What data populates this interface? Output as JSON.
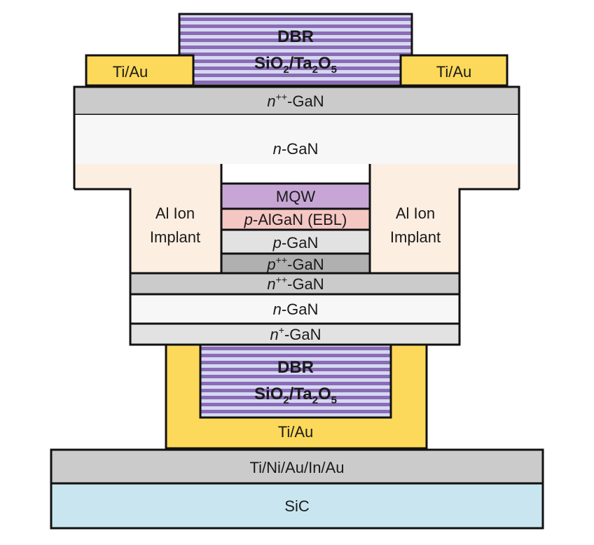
{
  "colors": {
    "gold": "#fcd95a",
    "gray": "#cbcbcb",
    "light_gray": "#e2e2e2",
    "dark_gray": "#b0b0b0",
    "off_white": "#f7f7f7",
    "peach": "#fdeee2",
    "mqw": "#c7a6d6",
    "ebl": "#f5c7c3",
    "sic": "#c9e6f0",
    "dbr_dark": "#8c6bb6",
    "dbr_light": "#d4d9f0",
    "outline": "#111111"
  },
  "labels": {
    "dbr_top_1": "DBR",
    "dbr_top_2": "SiO",
    "dbr_top_3": "2",
    "dbr_top_4": "/Ta",
    "dbr_top_5": "2",
    "dbr_top_6": "O",
    "dbr_top_7": "5",
    "tiau_left": "Ti/Au",
    "tiau_right": "Ti/Au",
    "nppgan_top_1": "n",
    "nppgan_top_2": "++",
    "nppgan_top_3": "-GaN",
    "ngan_top_1": "n",
    "ngan_top_2": "-GaN",
    "implant_left_1": "Al Ion",
    "implant_left_2": "Implant",
    "implant_right_1": "Al Ion",
    "implant_right_2": "Implant",
    "mqw": "MQW",
    "ebl_1": "p",
    "ebl_2": "-AlGaN (EBL)",
    "pgan_1": "p",
    "pgan_2": "-GaN",
    "ppgan_1": "p",
    "ppgan_2": "++",
    "ppgan_3": "-GaN",
    "nppgan_bot_1": "n",
    "nppgan_bot_2": "++",
    "nppgan_bot_3": "-GaN",
    "ngan_bot_1": "n",
    "ngan_bot_2": "-GaN",
    "npgan_1": "n",
    "npgan_2": "+",
    "npgan_3": "-GaN",
    "dbr_bot_1": "DBR",
    "dbr_bot_2": "SiO",
    "dbr_bot_3": "2",
    "dbr_bot_4": "/Ta",
    "dbr_bot_5": "2",
    "dbr_bot_6": "O",
    "dbr_bot_7": "5",
    "tiau_bottom": "Ti/Au",
    "bond_metal": "Ti/Ni/Au/In/Au",
    "sic": "SiC"
  }
}
